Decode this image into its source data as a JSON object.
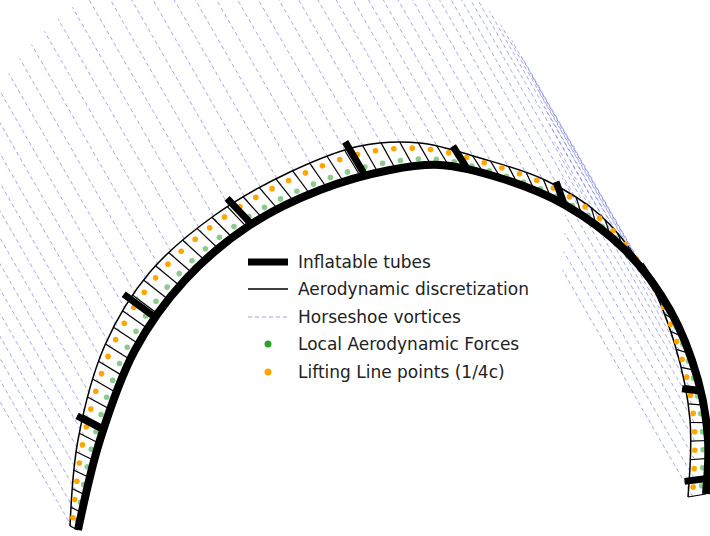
{
  "diagram": {
    "legend": [
      {
        "text": "Inflatable tubes"
      },
      {
        "text": "Aerodynamic discretization"
      },
      {
        "text": "Horseshoe vortices"
      },
      {
        "text": "Local Aerodynamic Forces",
        "color": "#2ca02c"
      },
      {
        "text": "Lifting Line points (1/4c)",
        "color": "#ffa500"
      }
    ]
  }
}
